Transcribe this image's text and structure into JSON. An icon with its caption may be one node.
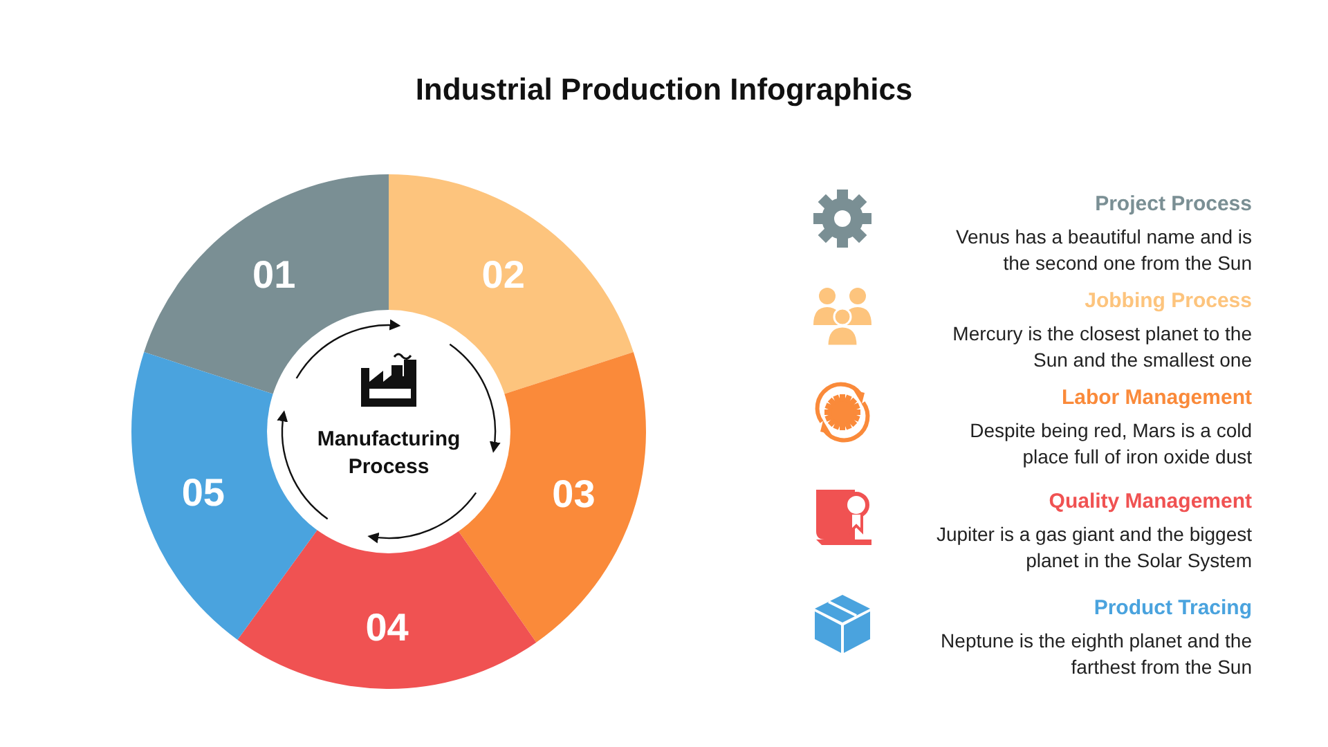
{
  "diagram": {
    "title": "Industrial Production Infographics",
    "nodes": [
      {
        "text": [
          "01"
        ]
      },
      {
        "text": [
          "02"
        ]
      },
      {
        "text": [
          "03"
        ]
      },
      {
        "text": [
          "04"
        ]
      },
      {
        "text": [
          "05"
        ]
      },
      {
        "text": [
          "Manufacturing Process"
        ]
      },
      {
        "text": [
          "Project Process",
          "Venus has a beautiful name and is the second one from the Sun"
        ]
      },
      {
        "text": [
          "Jobbing Process",
          "Mercury is the closest planet to the Sun and the smallest one"
        ]
      },
      {
        "text": [
          "Labor Management",
          "Despite being red, Mars is a cold place full of iron oxide dust"
        ]
      },
      {
        "text": [
          "Quality Management",
          "Jupiter is a gas giant and the biggest planet in the Solar System"
        ]
      },
      {
        "text": [
          "Product Tracing",
          "Neptune is the eighth planet and the farthest from the Sun"
        ]
      }
    ]
  }
}
